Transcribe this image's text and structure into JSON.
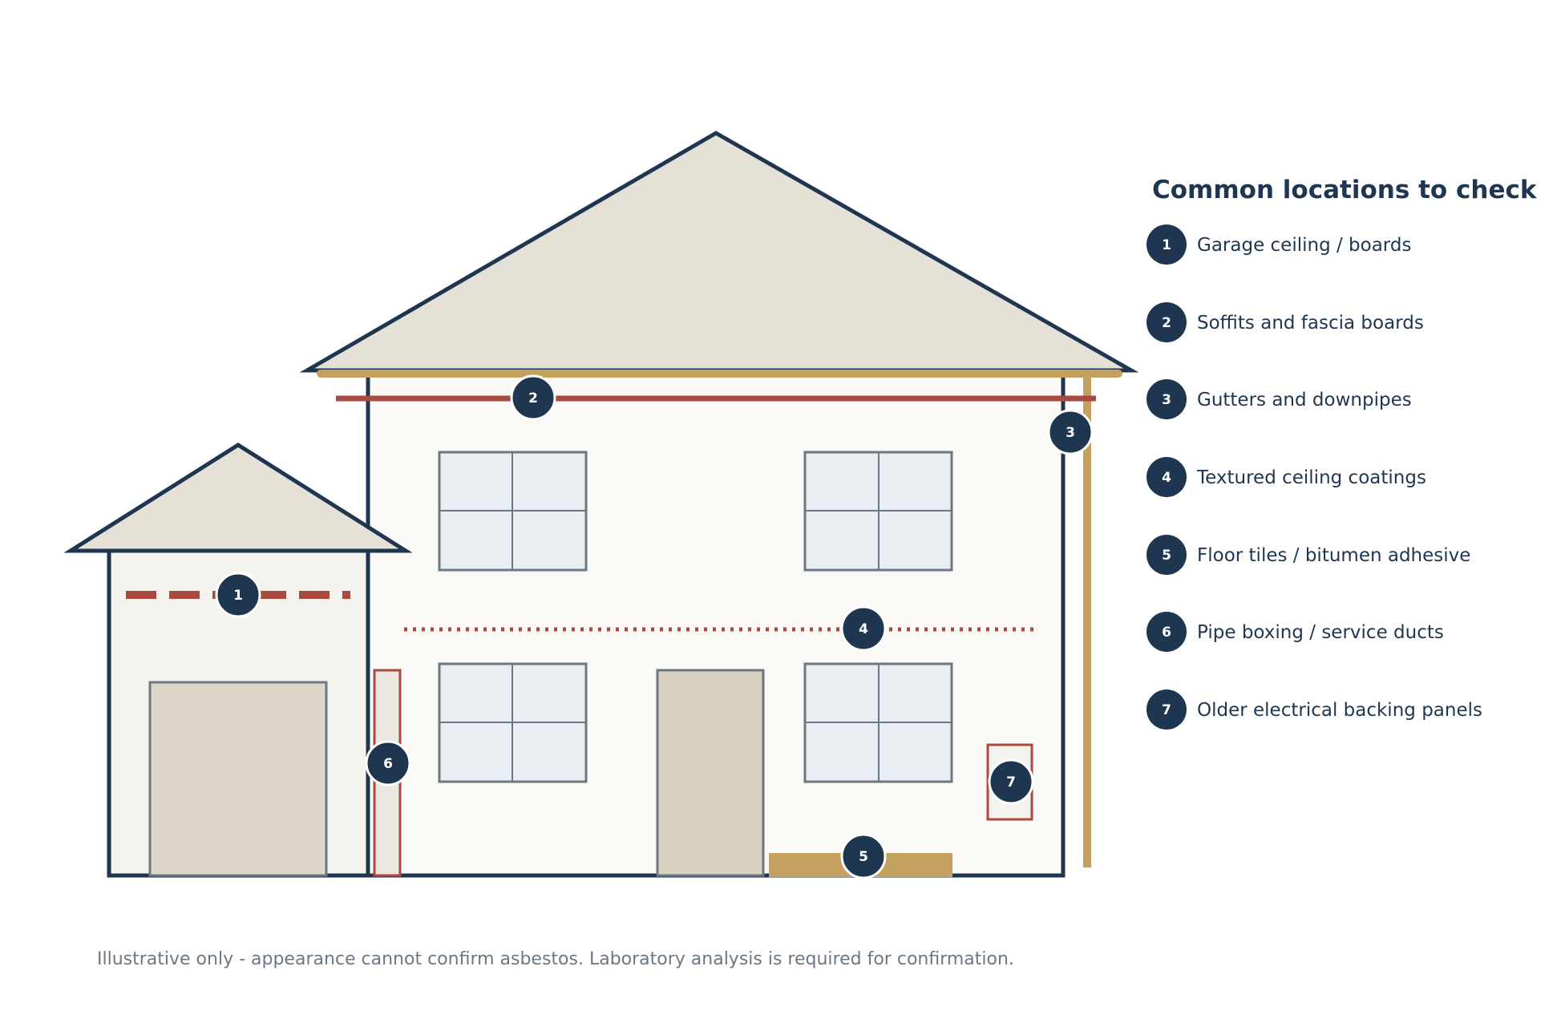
{
  "legend": {
    "title": "Common locations to check",
    "items": [
      {
        "num": "1",
        "label": "Garage ceiling / boards"
      },
      {
        "num": "2",
        "label": "Soffits and fascia boards"
      },
      {
        "num": "3",
        "label": "Gutters and downpipes"
      },
      {
        "num": "4",
        "label": "Textured ceiling coatings"
      },
      {
        "num": "5",
        "label": "Floor tiles / bitumen adhesive"
      },
      {
        "num": "6",
        "label": "Pipe boxing / service ducts"
      },
      {
        "num": "7",
        "label": "Older electrical backing panels"
      }
    ]
  },
  "footnote": "Illustrative only - appearance cannot confirm asbestos. Laboratory analysis is required for confirmation.",
  "colors": {
    "outline": "#1f3650",
    "roof": "#e6e1d7",
    "wall_house": "#faf9f6",
    "wall_garage": "#f5f3ee",
    "window": "#e8eef1",
    "frame": "#6b7884",
    "door": "#d8d0bf",
    "garage_door": "#ddd5c8",
    "hazard": "#a84a40",
    "gutter": "#c4a15e",
    "marker": "#1f3650"
  }
}
